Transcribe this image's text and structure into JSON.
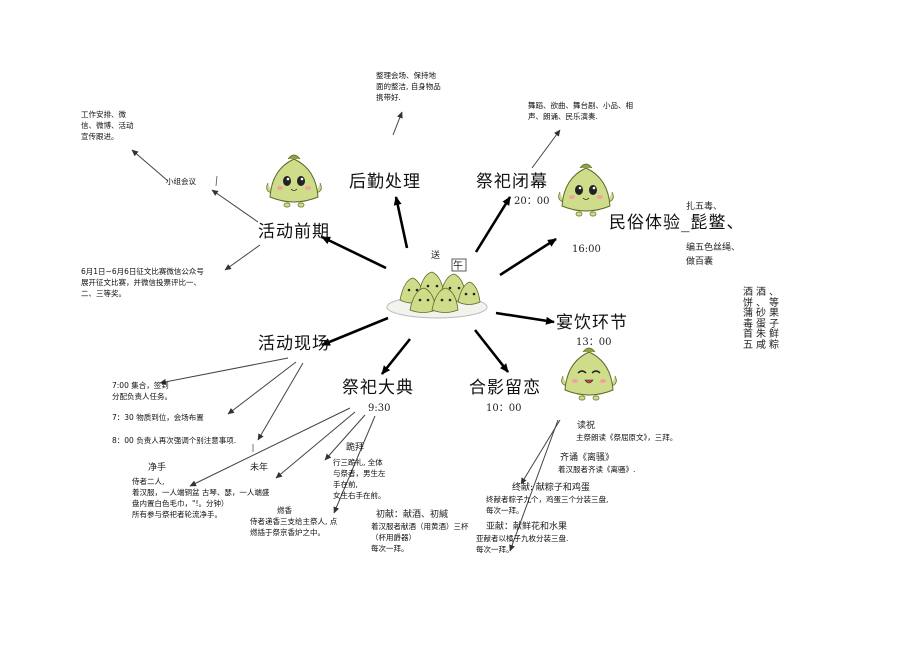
{
  "center": {
    "label_send": "送",
    "label_wu": "午"
  },
  "nodes": {
    "houqin": "后勤处理",
    "jisi_bimu": "祭祀闭幕",
    "jisi_bimu_time": "20：00",
    "huodong_qianqi": "活动前期",
    "minsu": "民俗体验_髭鳖、",
    "minsu_time": "16:00",
    "yanyin": "宴饮环节",
    "yanyin_time": "13：00",
    "huodong_xianchang": "活动现场",
    "jisi_dadian": "祭祀大典",
    "jisi_dadian_time": "9:30",
    "heying": "合影留恋",
    "heying_time": "10：00"
  },
  "notes": {
    "houqin_note": "整理会场、保持地\n面的整洁, 自身物品\n携带好.",
    "bimu_note": "舞蹈、欲曲、舞台剧、小品、相\n声、朗诵、民乐演奏.",
    "work_note": "工作安排、微\n信、微博、活动\n宣传跟进。",
    "xiaozu": "小组会议",
    "zhengwen": "6月1日~6月6日征文比赛微信公众号\n展开征文比赛，并微信投票评比一、\n二、三等奖。",
    "minsu_a": "扎五毒、",
    "minsu_b": "编五色丝绳、\n做百囊",
    "yanyin_menu": "酒酒、\n饼、等\n蒲砂果\n毒蛋子\n首朱鲜\n五咸粽",
    "xc1": "7:00 集合，签到\n分配负责人任务。",
    "xc2": "7：30 物质到位，会场布置",
    "xc3": "8：00 负责人再次强调个别注意事项.",
    "jingshou_title": "净手",
    "jingshou_body": "侍者二人,\n着汉服，一人端铜盆 古琴、瑟，一人端盛\n盘内置白色毛巾，\"!。分钟）\n所有参与祭祀者轮流净手。",
    "weinian": "未年",
    "ranxiang_title": "燃香",
    "ranxiang_body": "侍者递香三支给主祭人, 点\n燃插于祭京香炉之中。",
    "guibai_title": "跪拜",
    "guibai_body": "行三跪礼, 全体\n与祭者，男生左\n手在前,\n女生右手在前。",
    "chuxian_title": "初献：献酒、初緘",
    "chuxian_body": "着汉服者献酒（用黄酒）三杯\n（杯用爵器）\n每次一拜。",
    "dusi_title": "读祝",
    "dusi_body": "主祭朗读《祭屈原文》，三拜。",
    "qisong_title": "齐诵《离骚》",
    "qisong_body": "着汉服者齐读《离骚》.",
    "zhongxian_title": "终献:      献粽子和鸡蛋",
    "zhongxian_body": "终献者粽子九个，鸡蛋三个分装三盘,\n每次一拜。",
    "yaxian_title": "亚献：献鲜花和水果",
    "yaxian_body": "亚献者以橘子九枚分装三盘.\n每次一拜。"
  },
  "colors": {
    "line": "#000000",
    "dumpling_body": "#cfdc8a",
    "dumpling_outline": "#5b6b2a",
    "cheek": "#f4a0a0"
  }
}
